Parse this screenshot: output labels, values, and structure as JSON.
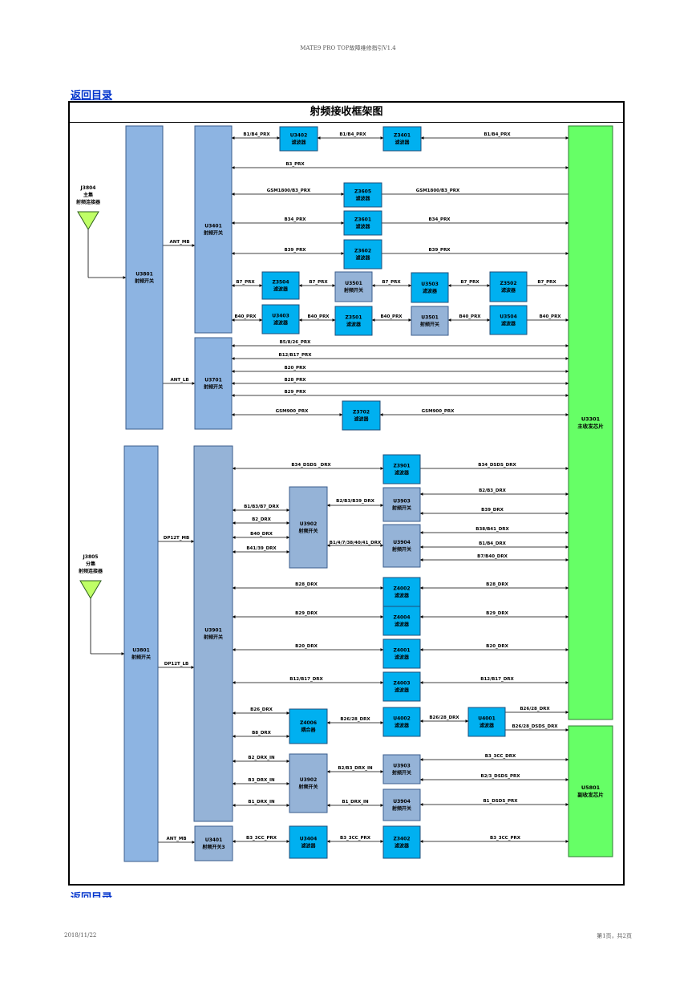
{
  "header": "MATE9 PRO TOP故障维修指引V1.4",
  "back_link": "返回目录",
  "footer_date": "2018/11/22",
  "footer_page": "第1页，共2页",
  "diagram_title": "射频接收框架图",
  "colors": {
    "switch": "#8db4e2",
    "switch_stroke": "#3b5e8c",
    "filter": "#00b0f0",
    "filter_stroke": "#1f4e79",
    "transceiver": "#66ff66",
    "transceiver_stroke": "#2e7d32",
    "gray_switch": "#95b3d7",
    "antenna": "#bfff66"
  },
  "blocks": {
    "u3801a": [
      "U3801",
      "射频开关"
    ],
    "u3401": [
      "U3401",
      "射频开关"
    ],
    "u3701": [
      "U3701",
      "射频开关"
    ],
    "u3801b": [
      "U3801",
      "射频开关"
    ],
    "u3901": [
      "U3901",
      "射频开关"
    ],
    "u3401b": [
      "U3401",
      "射频开关3"
    ],
    "u3301": [
      "U3301",
      "主收发芯片"
    ],
    "u5801": [
      "U5801",
      "副收发芯片"
    ],
    "u3402": [
      "U3402",
      "滤波器"
    ],
    "z3401": [
      "Z3401",
      "滤波器"
    ],
    "z3605": [
      "Z3605",
      "滤波器"
    ],
    "z3601": [
      "Z3601",
      "滤波器"
    ],
    "z3602": [
      "Z3602",
      "滤波器"
    ],
    "z3504": [
      "Z3504",
      "滤波器"
    ],
    "u3501a": [
      "U3501",
      "射频开关"
    ],
    "u3503": [
      "U3503",
      "滤波器"
    ],
    "z3502": [
      "Z3502",
      "滤波器"
    ],
    "u3403": [
      "U3403",
      "滤波器"
    ],
    "z3501": [
      "Z3501",
      "滤波器"
    ],
    "u3501b": [
      "U3501",
      "射频开关"
    ],
    "u3504": [
      "U3504",
      "滤波器"
    ],
    "z3702": [
      "Z3702",
      "滤波器"
    ],
    "z3901": [
      "Z3901",
      "滤波器"
    ],
    "u3902a": [
      "U3902",
      "射频开关"
    ],
    "u3903a": [
      "U3903",
      "射频开关"
    ],
    "u3904a": [
      "U3904",
      "射频开关"
    ],
    "z4002": [
      "Z4002",
      "滤波器"
    ],
    "z4004": [
      "Z4004",
      "滤波器"
    ],
    "z4001": [
      "Z4001",
      "滤波器"
    ],
    "z4003": [
      "Z4003",
      "滤波器"
    ],
    "z4006": [
      "Z4006",
      "耦合器"
    ],
    "u4002": [
      "U4002",
      "滤波器"
    ],
    "u4001": [
      "U4001",
      "滤波器"
    ],
    "u3902b": [
      "U3902",
      "射频开关"
    ],
    "u3903b": [
      "U3903",
      "射频开关"
    ],
    "u3904b": [
      "U3904",
      "射频开关"
    ],
    "u3404": [
      "U3404",
      "滤波器"
    ],
    "z3402": [
      "Z3402",
      "滤波器"
    ]
  },
  "connectors": {
    "j3804": [
      "J3804",
      "主集",
      "射频连接器"
    ],
    "j3805": [
      "J3805",
      "分集",
      "射频连接器"
    ]
  },
  "signals": {
    "ant_mb": "ANT_MB",
    "ant_lb": "ANT_LB",
    "dp12t_mb": "DP12T_MB",
    "dp12t_lb": "DP12T_LB",
    "ant_mb2": "ANT_MB",
    "b1b4a": "B1/B4_PRX",
    "b1b4b": "B1/B4_PRX",
    "b1b4c": "B1/B4_PRX",
    "b3": "B3_PRX",
    "gsm1800a": "GSM1800/B3_PRX",
    "gsm1800b": "GSM1800/B3_PRX",
    "b34a": "B34_PRX",
    "b34b": "B34_PRX",
    "b39a": "B39_PRX",
    "b39b": "B39_PRX",
    "b7a": "B7_PRX",
    "b7b": "B7_PRX",
    "b7c": "B7_PRX",
    "b7d": "B7_PRX",
    "b7e": "B7_PRX",
    "b40a": "B40_PRX",
    "b40b": "B40_PRX",
    "b40c": "B40_PRX",
    "b40d": "B40_PRX",
    "b40e": "B40_PRX",
    "b5826": "B5/8/26_PRX",
    "b12b17": "B12/B17_PRX",
    "b20": "B20_PRX",
    "b28": "B28_PRX",
    "b29": "B29_PRX",
    "gsm900a": "GSM900_PRX",
    "gsm900b": "GSM900_PRX",
    "b34dsdsa": "B34_DSDS _DRX",
    "b34dsdsb": "B34_DSDS_DRX",
    "b1b3b7": "B1/B3/B7_DRX",
    "b2drx": "B2_DRX",
    "b40drx": "B40_DRX",
    "b4139drx": "B41/39_DRX",
    "b2b3b39": "B2/B3/B39_DRX",
    "b1471": "B1/4/7/38/40/41_DRX",
    "b2b3out": "B2/B3_DRX",
    "b39out": "B39_DRX",
    "b38b41": "B38/B41_DRX",
    "b1b4out": "B1/B4_DRX",
    "b7b40": "B7/B40_DRX",
    "b28a": "B28_DRX",
    "b28b": "B28_DRX",
    "b29a": "B29_DRX",
    "b29b": "B29_DRX",
    "b20a": "B20_DRX",
    "b20b": "B20_DRX",
    "b12a": "B12/B17_DRX",
    "b12b": "B12/B17_DRX",
    "b26drx": "B26_DRX",
    "b8drx": "B8_DRX",
    "b2628a": "B26/28_DRX",
    "b2628b": "B26/28_DRX",
    "b2628out": "B26/28_DRX",
    "b2628dsds": "B26/28_DSDS_DRX",
    "b2drxin": "B2_DRX_IN",
    "b3drxin": "B3_DRX_IN",
    "b1drxin": "B1_DRX_IN",
    "b23drxin": "B2/B3_DRX_IN",
    "b1drxin2": "B1_DRX_IN",
    "b33cc": "B3_3CC_DRX",
    "b23dsds": "B2/3_DSDS_PRX",
    "b1dsds": "B1_DSDS_PRX",
    "b33ccprxa": "B3_3CC_PRX",
    "b33ccprxb": "B3_3CC_PRX",
    "b33ccprxc": "B3_3CC_PRX"
  }
}
